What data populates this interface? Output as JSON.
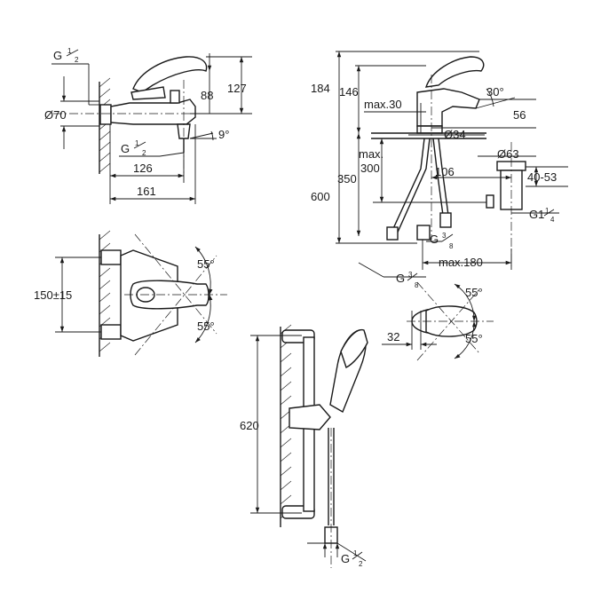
{
  "views": {
    "bath_side": {
      "thread_top": "G",
      "thread_top_num": "1",
      "thread_top_den": "2",
      "thread_bottom": "G",
      "thread_bottom_num": "1",
      "thread_bottom_den": "2",
      "dim_127": "127",
      "dim_88": "88",
      "dim_dia70": "Ø70",
      "dim_9deg": "9°",
      "dim_126": "126",
      "dim_161": "161"
    },
    "bath_front": {
      "dim_150": "150±15",
      "angle_top": "55°",
      "angle_bottom": "55°"
    },
    "basin_side": {
      "dim_184": "184",
      "dim_146": "146",
      "dim_max30": "max.30",
      "dim_30deg": "30°",
      "dim_56": "56",
      "dim_dia34": "Ø34",
      "dim_max300_a": "max.",
      "dim_max300_b": "300",
      "dim_350": "350",
      "dim_600": "600",
      "dim_106": "106",
      "dim_dia63": "Ø63",
      "dim_40_53": "40-53",
      "thread_g1": "G1",
      "thread_g1_num": "1",
      "thread_g1_den": "4",
      "thread_g38_a": "G",
      "thread_g38_a_num": "3",
      "thread_g38_a_den": "8",
      "dim_max180": "max.180",
      "thread_g38_b": "G",
      "thread_g38_b_num": "3",
      "thread_g38_b_den": "8"
    },
    "basin_top": {
      "angle_top": "55°",
      "angle_bottom": "55°",
      "dim_32": "32"
    },
    "shower": {
      "dim_620": "620",
      "thread": "G",
      "thread_num": "1",
      "thread_den": "2"
    }
  }
}
